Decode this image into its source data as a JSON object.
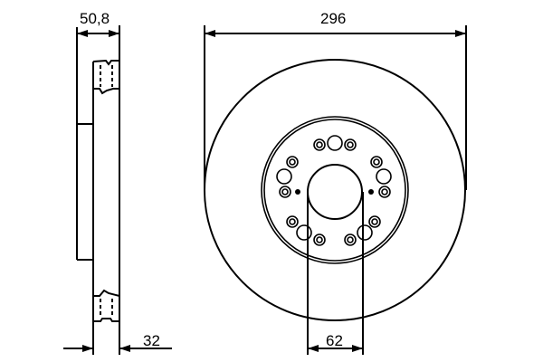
{
  "drawing": {
    "title": "Brake disc technical drawing",
    "line_color": "#000000",
    "background": "#ffffff"
  },
  "side_view": {
    "thickness_label": "50,8",
    "min_thickness_label": "32"
  },
  "front_view": {
    "diameter_label": "296",
    "center_bore_label": "62"
  }
}
